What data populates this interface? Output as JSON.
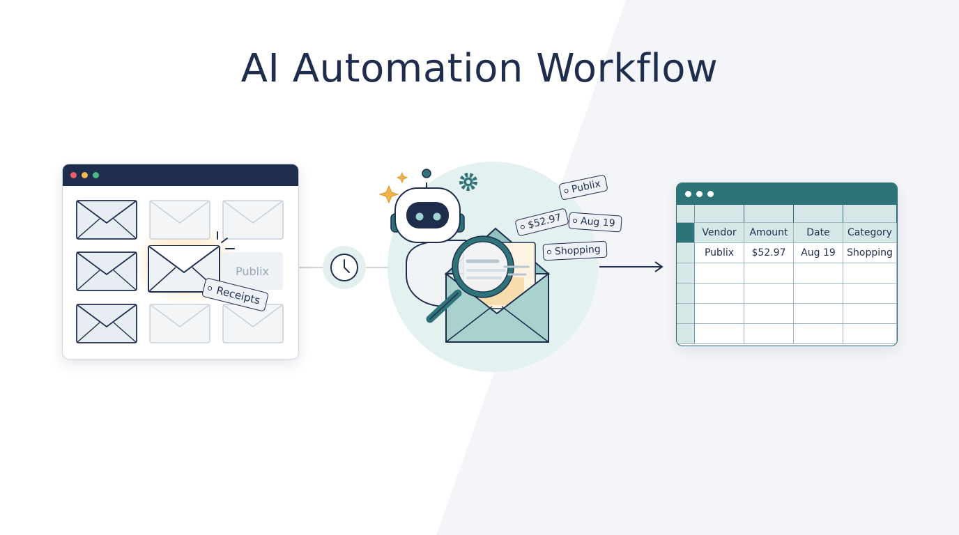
{
  "title": "AI Automation Workflow",
  "colors": {
    "navy": "#1f2d4d",
    "teal": "#2e7378",
    "highlight": "#f8c878",
    "circle": "#e4f1f1"
  },
  "inbox": {
    "ghost_label": "Publix",
    "tag_label": "Receipts"
  },
  "ai": {
    "tags": [
      "Publix",
      "$52.97",
      "Aug 19",
      "Shopping"
    ]
  },
  "sheet": {
    "headers": [
      "Vendor",
      "Amount",
      "Date",
      "Category"
    ],
    "rows": [
      [
        "Publix",
        "$52.97",
        "Aug 19",
        "Shopping"
      ]
    ]
  }
}
